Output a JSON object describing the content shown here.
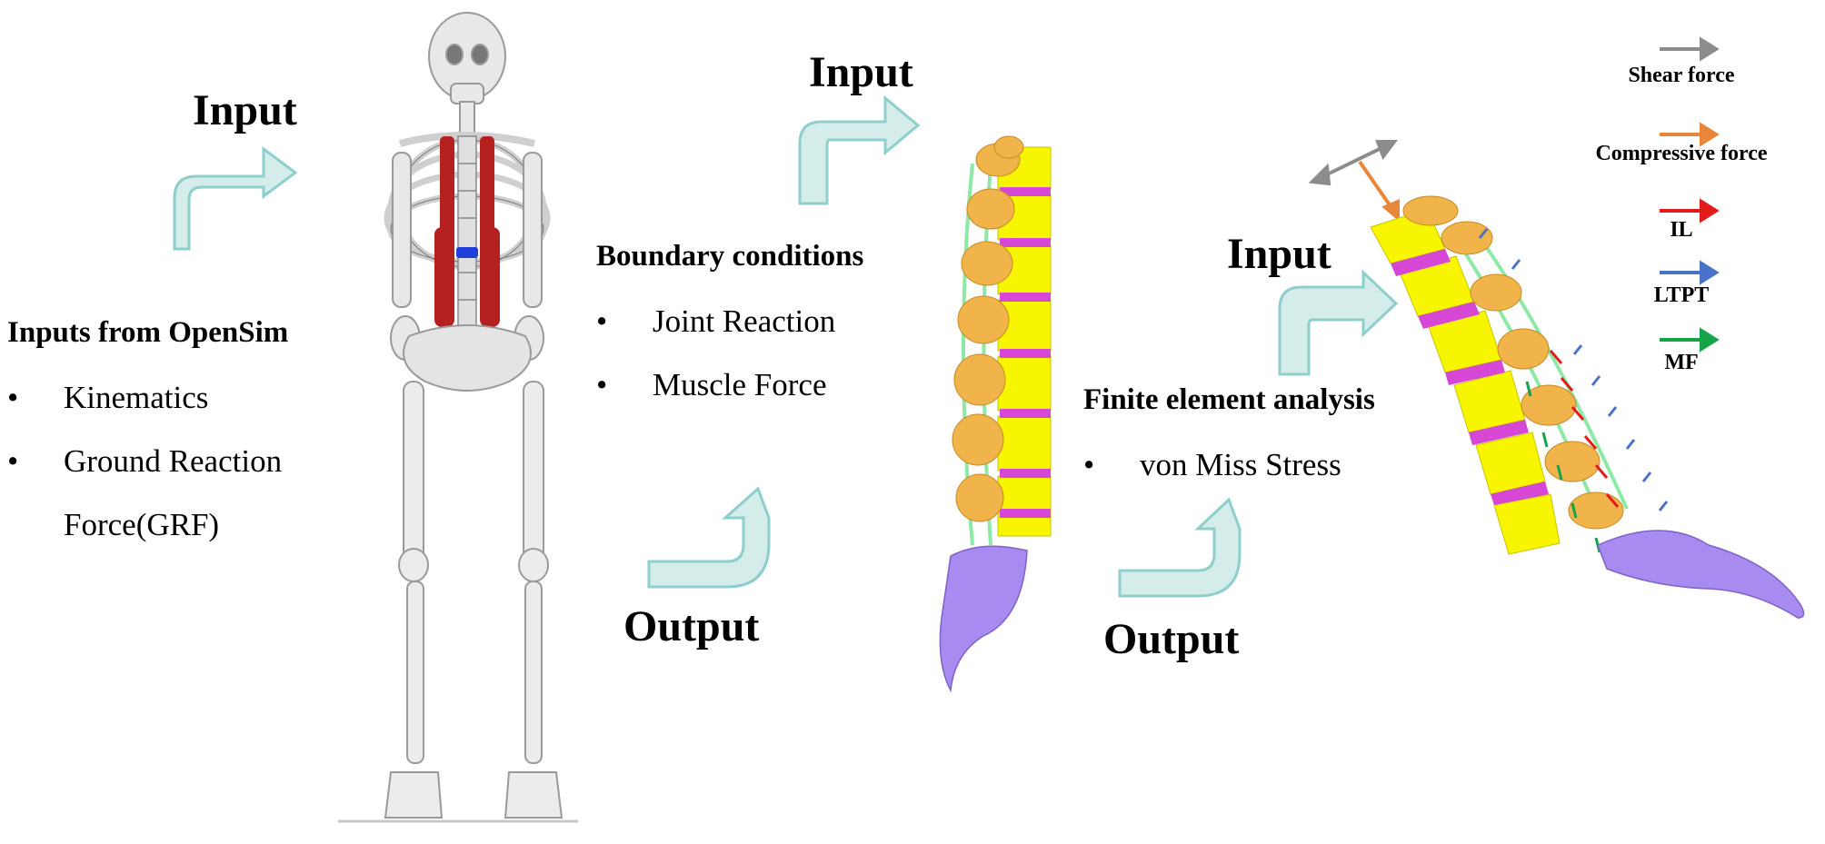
{
  "labels": {
    "input": "Input",
    "output": "Output"
  },
  "opensim": {
    "title": "Inputs from OpenSim",
    "items": [
      "Kinematics",
      "Ground Reaction",
      "Force(GRF)"
    ]
  },
  "boundary": {
    "title": "Boundary conditions",
    "items": [
      "Joint Reaction",
      "Muscle Force"
    ]
  },
  "fea": {
    "title": "Finite element analysis",
    "items": [
      "von Miss Stress"
    ]
  },
  "legend": {
    "items": [
      {
        "label": "Shear force",
        "color": "#8c8c8c"
      },
      {
        "label": "Compressive force",
        "color": "#e8873a"
      },
      {
        "label": "IL",
        "color": "#e21b1b"
      },
      {
        "label": "LTPT",
        "color": "#4a72c8"
      },
      {
        "label": "MF",
        "color": "#17a34a"
      }
    ]
  },
  "colors": {
    "arrow_fill": "#d4ecea",
    "arrow_stroke": "#8ecfcc",
    "vertebra": "#f7f500",
    "process": "#f1b44a",
    "disc": "#d647d6",
    "sacrum": "#a78bf0",
    "ligament": "#8ee8a6",
    "bone": "#e6e6e6",
    "muscle": "#b52020"
  }
}
